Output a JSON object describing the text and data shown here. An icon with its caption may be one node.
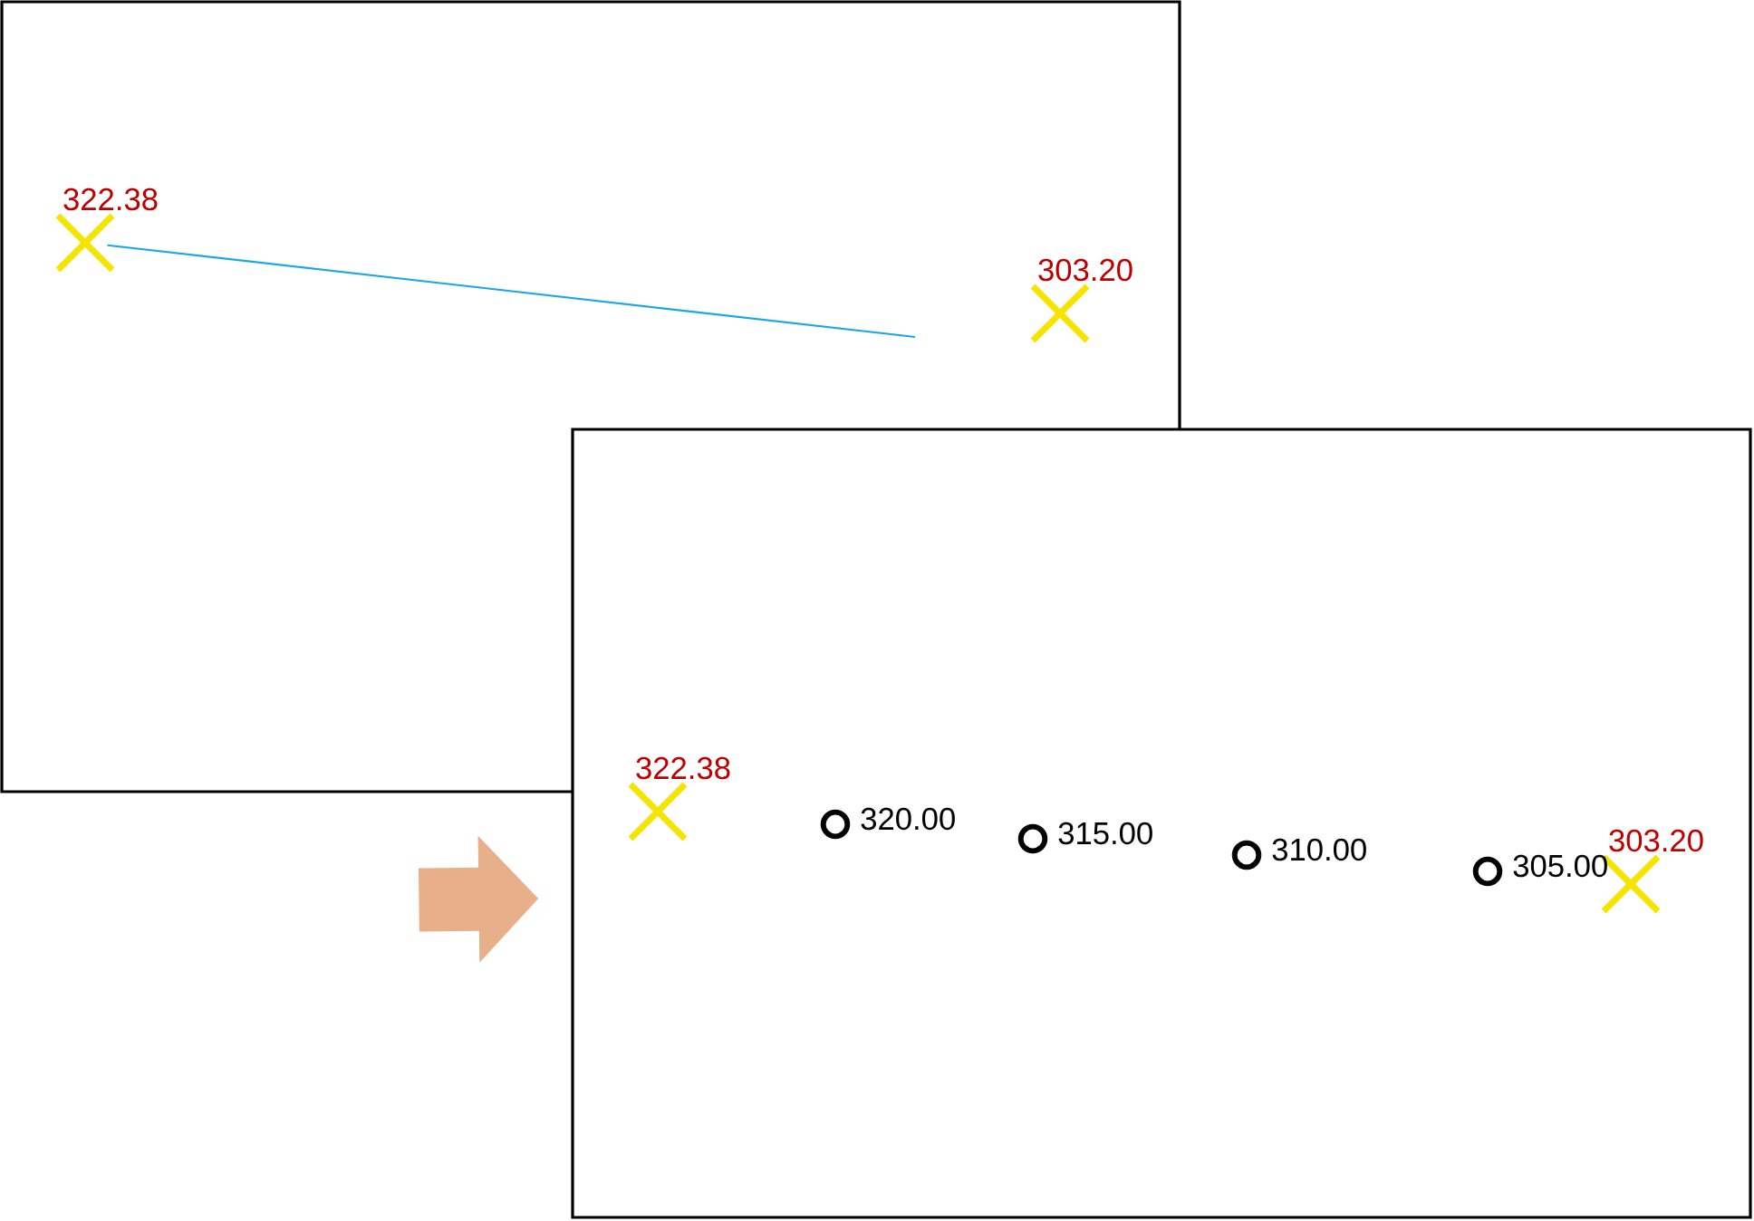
{
  "diagram": {
    "nodes": [
      {
        "text": [],
        "shape": "box"
      },
      {
        "text": [],
        "shape": "box"
      },
      {
        "text": [],
        "shape": "cross",
        "beside": [
          "322.38"
        ],
        "in": 0
      },
      {
        "text": [],
        "shape": "cross",
        "beside": [
          "303.20"
        ],
        "in": 0
      },
      {
        "text": [],
        "shape": "cross",
        "beside": [
          "322.38"
        ],
        "in": 1
      },
      {
        "text": [],
        "shape": "circle",
        "beside": [
          "320.00"
        ],
        "in": 1
      },
      {
        "text": [],
        "shape": "circle",
        "beside": [
          "315.00"
        ],
        "in": 1
      },
      {
        "text": [],
        "shape": "circle",
        "beside": [
          "310.00"
        ],
        "in": 1
      },
      {
        "text": [],
        "shape": "circle",
        "beside": [
          "305.00"
        ],
        "in": 1
      },
      {
        "text": [],
        "shape": "cross",
        "beside": [
          "303.20"
        ],
        "in": 1
      }
    ],
    "edges": [
      {
        "from": 2,
        "to": null,
        "arrow": "none",
        "color": "#1aa7e8"
      },
      {
        "from": 0,
        "to": 1,
        "arrow": "to",
        "style": "thick",
        "color": "#e8b08a"
      }
    ]
  }
}
